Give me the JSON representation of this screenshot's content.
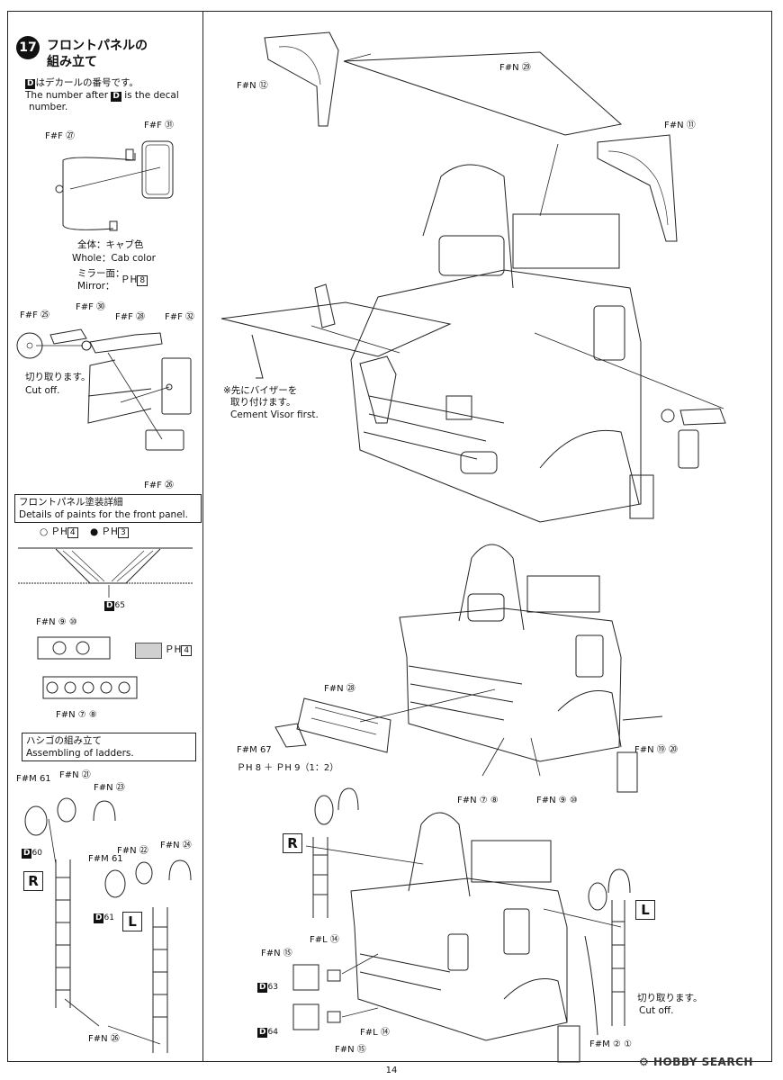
{
  "step": {
    "number": "17",
    "title_line1": "フロントパネルの",
    "title_line2": "組み立て"
  },
  "decal_note": {
    "badge": "D",
    "jp_suffix": "はデカールの番号です。",
    "en_prefix": "The number after",
    "en_suffix": "is the decal",
    "en_line2": "number."
  },
  "mirror1": {
    "part_arm": "F#F ㉗",
    "part_mirror": "F#F ㉛",
    "whole_jp": "全体：キャブ色",
    "whole_en": "Whole：Cab color",
    "mirror_jp": "ミラー面：",
    "mirror_en": "Mirror：",
    "mirror_paint": "ＰH",
    "mirror_paint_no": "8"
  },
  "mirror2": {
    "part_a": "F#F ㉕",
    "part_b": "F#F ㉚",
    "part_c": "F#F ㉘",
    "part_d": "F#F ㉜",
    "part_e": "F#F ㉖",
    "cut_jp": "切り取ります。",
    "cut_en": "Cut off."
  },
  "paint_detail": {
    "heading_jp": "フロントパネル塗装詳細",
    "heading_en": "Details of paints for the front panel.",
    "legend_a_symbol": "○",
    "legend_a_paint": "ＰH",
    "legend_a_no": "4",
    "legend_b_symbol": "●",
    "legend_b_paint": "ＰH",
    "legend_b_no": "3",
    "decal_badge": "D",
    "decal_no": "65"
  },
  "lamps": {
    "part_top": "F#N ⑨ ⑩",
    "part_bottom": "F#N ⑦ ⑧",
    "swatch_paint": "ＰH",
    "swatch_no": "4"
  },
  "ladders": {
    "heading_jp": "ハシゴの組み立て",
    "heading_en": "Assembling of ladders.",
    "r_lamp": "F#M 61",
    "r_ring": "F#N ㉑",
    "r_hook": "F#N ㉓",
    "r_decal_badge": "D",
    "r_decal_no": "60",
    "l_lamp": "F#M 61",
    "l_ring": "F#N ㉒",
    "l_hook": "F#N ㉔",
    "l_decal_badge": "D",
    "l_decal_no": "61",
    "label_r": "R",
    "label_l": "L",
    "rail_part": "F#N ㉖"
  },
  "main_top": {
    "bracket_left": "F#N ⑫",
    "visor": "F#N ㉙",
    "bracket_right": "F#N ⑪",
    "visor_note_jp1": "※先にバイザーを",
    "visor_note_jp2": "取り付けます。",
    "visor_note_en": "Cement Visor first."
  },
  "main_mid": {
    "grille_part": "F#N ㉘",
    "emblem_part": "F#M 67",
    "emblem_paint": "ＰH 8 ＋ ＰH 9（1：2）",
    "side_lights": "F#N ⑲ ⑳",
    "lamps_a": "F#N ⑦ ⑧",
    "lamps_b": "F#N ⑨ ⑩"
  },
  "main_bottom": {
    "label_r": "R",
    "label_l": "L",
    "plate_top_part": "F#N ⑮",
    "plate_top_decal_badge": "D",
    "plate_top_decal": "63",
    "plate_bot_decal_badge": "D",
    "plate_bot_decal": "64",
    "plate_bot_part": "F#N ⑮",
    "lens_top": "F#L ⑭",
    "lens_bot": "F#L ⑭",
    "cut_jp": "切り取ります。",
    "cut_en": "Cut off.",
    "mount_part": "F#M ② ①"
  },
  "page_number": "14",
  "watermark": "HOBBY SEARCH"
}
